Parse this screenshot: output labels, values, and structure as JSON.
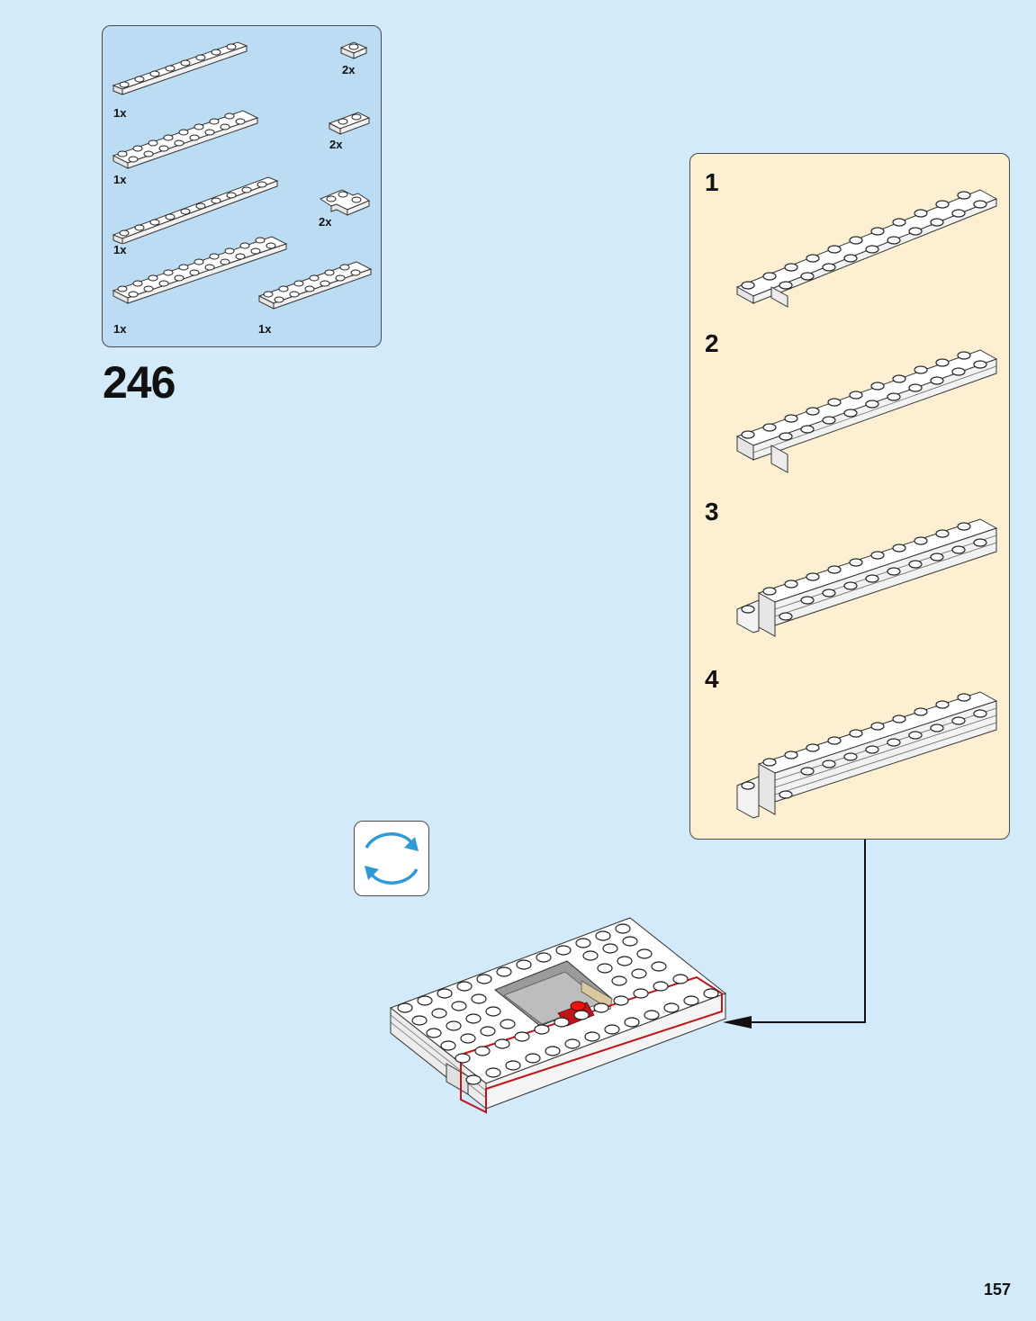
{
  "instruction_page": {
    "step_number": "246",
    "page_number": "157",
    "parts_list": [
      {
        "description": "white plate 1x8",
        "quantity": "1x"
      },
      {
        "description": "white plate 2x8",
        "quantity": "1x"
      },
      {
        "description": "white plate 1x10",
        "quantity": "1x"
      },
      {
        "description": "white plate 2x10",
        "quantity": "1x"
      },
      {
        "description": "white plate 2x6",
        "quantity": "1x"
      },
      {
        "description": "white plate 1x1",
        "quantity": "2x"
      },
      {
        "description": "white plate 1x2",
        "quantity": "2x"
      },
      {
        "description": "white corner plate 2x2",
        "quantity": "2x"
      }
    ],
    "substeps": [
      {
        "label": "1"
      },
      {
        "label": "2"
      },
      {
        "label": "3"
      },
      {
        "label": "4"
      }
    ],
    "rotate_icon": "rotate-model-icon",
    "colors": {
      "page_background": "#d3eafa",
      "parts_box": "#bcdcf3",
      "substep_box": "#fdf0d2",
      "rotate_arrow": "#2e9ad6",
      "highlight_outline": "#c0141a"
    }
  }
}
